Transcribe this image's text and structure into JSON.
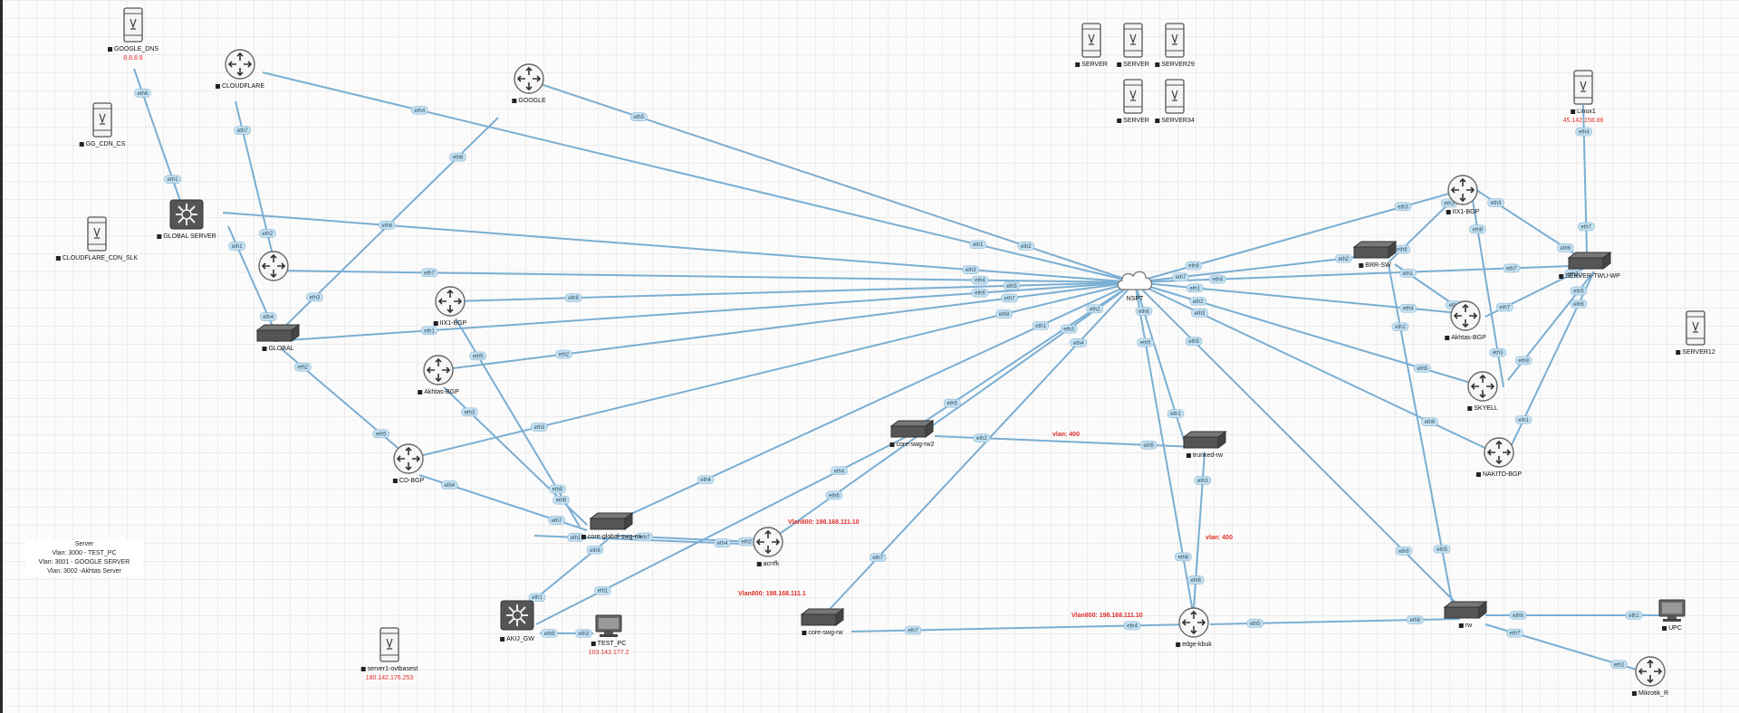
{
  "legend": {
    "lines": [
      "Server",
      "Vlan: 3000 - TEST_PC",
      "Vlan: 3001 - GOOGLE SERVER",
      "Vlan: 3002 -Akhtas Server"
    ]
  },
  "nodes": [
    {
      "id": "google_dns",
      "label": "GOOGLE_DNS",
      "ip": "8.8.8.8",
      "icon": "server-icon"
    },
    {
      "id": "cloudflare",
      "label": "CLOUDFLARE",
      "icon": "router-icon"
    },
    {
      "id": "google",
      "label": "GOOGLE",
      "icon": "router-icon"
    },
    {
      "id": "gg_cdn_cs",
      "label": "GG_CDN_CS",
      "icon": "server-icon"
    },
    {
      "id": "global_server",
      "label": "GLOBAL SERVER",
      "icon": "l3-switch-icon"
    },
    {
      "id": "cloudflare_cdn_slk",
      "label": "CLOUDFLARE_CDN_SLK",
      "icon": "server-icon"
    },
    {
      "id": "global_router",
      "label": "",
      "icon": "router-icon"
    },
    {
      "id": "global",
      "label": "GLOBAL",
      "icon": "switch-icon"
    },
    {
      "id": "iix_bgp",
      "label": "IIX1-BGP",
      "icon": "router-icon"
    },
    {
      "id": "akhtas_bgp_left",
      "label": "Akhtas-BGP",
      "icon": "router-icon"
    },
    {
      "id": "cd_bgp",
      "label": "CD-BGP",
      "icon": "router-icon"
    },
    {
      "id": "core_global",
      "label": "core-global-swg-rw",
      "icon": "switch-icon"
    },
    {
      "id": "akij_gw",
      "label": "AKIJ_GW",
      "icon": "l3-switch-icon"
    },
    {
      "id": "test_pc",
      "label": "TEST_PC",
      "ip": "103.143.177.2",
      "icon": "pc-icon"
    },
    {
      "id": "server1_ovpn",
      "label": "server1-ovtbasest",
      "ip": "180.142.176.253",
      "icon": "server-icon"
    },
    {
      "id": "core_sw_rw2",
      "label": "core-swg-rw2",
      "icon": "switch-icon"
    },
    {
      "id": "acrrfk",
      "label": "acrrfk",
      "icon": "router-icon"
    },
    {
      "id": "core_swg_rw",
      "label": "core-swg-rw",
      "icon": "switch-icon"
    },
    {
      "id": "trunked_rw",
      "label": "trunked-rw",
      "icon": "switch-icon"
    },
    {
      "id": "edge_kbuk",
      "label": "edge-kbuk",
      "icon": "router-icon"
    },
    {
      "id": "nsp_internet",
      "label": "NSPT",
      "icon": "cloud-icon"
    },
    {
      "id": "server_a",
      "label": "SERVER",
      "icon": "server-icon"
    },
    {
      "id": "server_b",
      "label": "SERVER",
      "icon": "server-icon"
    },
    {
      "id": "server_c",
      "label": "SERVER29",
      "icon": "server-icon"
    },
    {
      "id": "server_d",
      "label": "SERVER",
      "icon": "server-icon"
    },
    {
      "id": "server_e",
      "label": "SERVER34",
      "icon": "server-icon"
    },
    {
      "id": "linux",
      "label": "Linux1",
      "ip": "45.142.158.86",
      "icon": "server-icon"
    },
    {
      "id": "iix_bgp_right",
      "label": "IIX1-BGP",
      "icon": "router-icon"
    },
    {
      "id": "sw_right",
      "label": "BRR-SW",
      "icon": "switch-icon"
    },
    {
      "id": "server_twu",
      "label": "SERVER-TWU-WP",
      "icon": "switch-icon"
    },
    {
      "id": "akhtas_bgp_right",
      "label": "Akhtas-BGP",
      "icon": "router-icon"
    },
    {
      "id": "skyell",
      "label": "SKYELL",
      "icon": "router-icon"
    },
    {
      "id": "nokito_bgp",
      "label": "NAKITO-BGP",
      "icon": "router-icon"
    },
    {
      "id": "server_right",
      "label": "SERVER12",
      "icon": "server-icon"
    },
    {
      "id": "rw",
      "label": "rw",
      "icon": "switch-icon"
    },
    {
      "id": "upc",
      "label": "UPC",
      "icon": "pc-icon"
    },
    {
      "id": "mikrotik",
      "label": "Mikrotik_R",
      "icon": "router-icon"
    }
  ],
  "link_labels": [
    "eth1",
    "eth2",
    "eth3",
    "eth4",
    "eth5",
    "eth6",
    "eth7",
    "eth8"
  ],
  "annotations": {
    "vlan_400_top": "vlan: 400",
    "vlan_400_mid": "vlan: 400",
    "vlan800_acrrfk": "Vlan800: 198.168.111.10",
    "vlan800_edge": "Vlan800: 198.168.111.10",
    "vlan800_acrrfk_lower": "Vlan800: 198.168.111.1"
  },
  "colors": {
    "link": "#7aaed3",
    "interface_pill": "#c3e0f0",
    "ip_text": "#e0302a"
  }
}
